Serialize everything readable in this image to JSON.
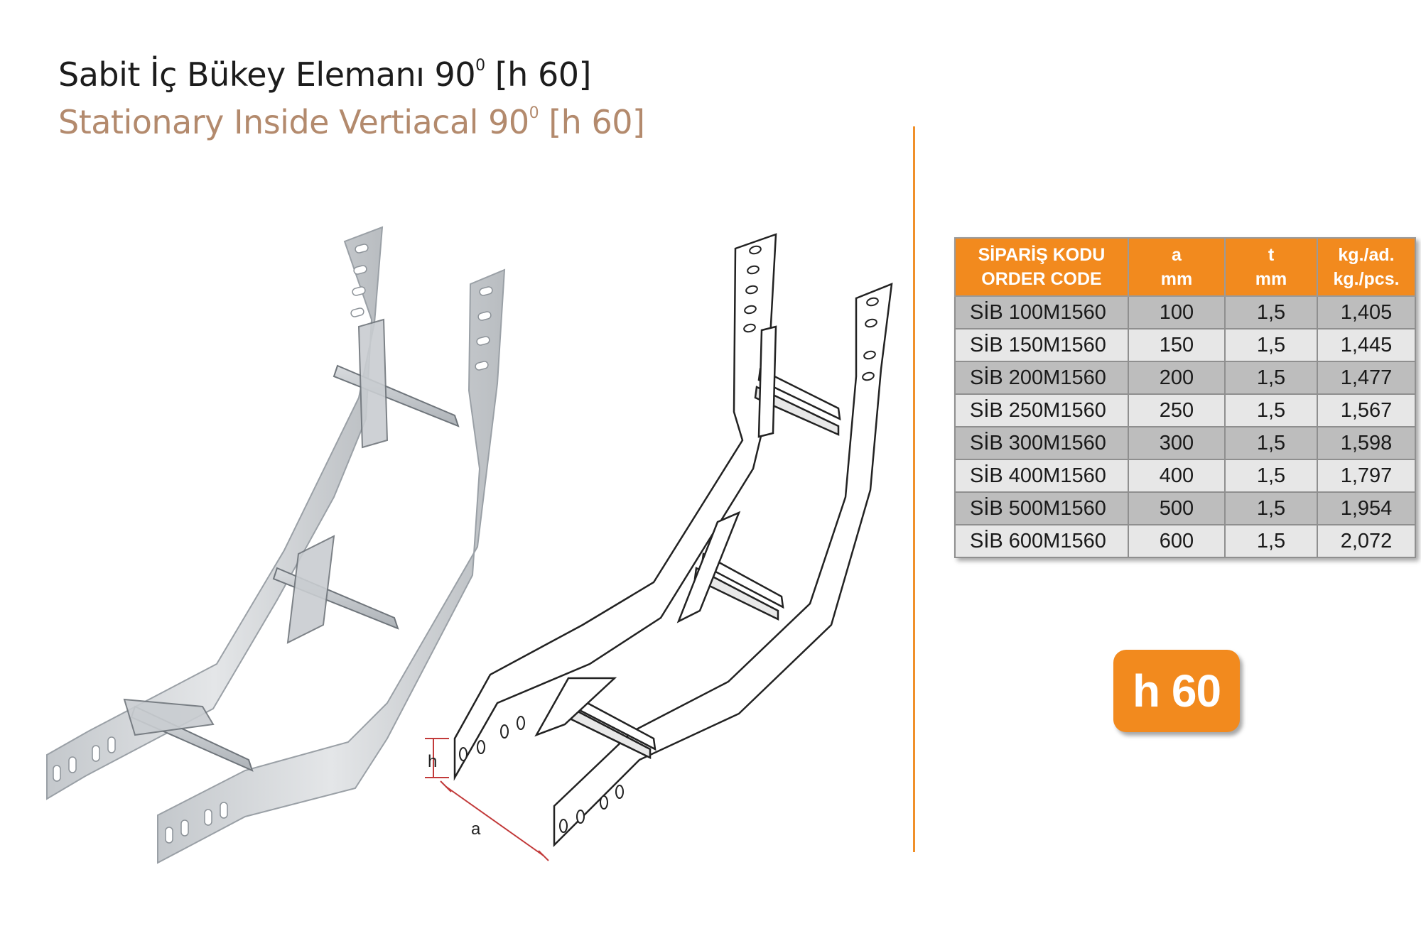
{
  "title": {
    "tr_main": "Sabit İç Bükey Elemanı 90",
    "tr_sup": "0",
    "tr_suffix": " [h 60]",
    "en_main": "Stationary Inside Vertiacal 90",
    "en_sup": "0",
    "en_suffix": " [h 60]"
  },
  "drawing": {
    "dim_h": "h",
    "dim_a": "a"
  },
  "table": {
    "headers": [
      {
        "line1": "SİPARİŞ KODU",
        "line2": "ORDER CODE"
      },
      {
        "line1": "a",
        "line2": "mm"
      },
      {
        "line1": "t",
        "line2": "mm"
      },
      {
        "line1": "kg./ad.",
        "line2": "kg./pcs."
      }
    ],
    "rows": [
      [
        "SİB 100M1560",
        "100",
        "1,5",
        "1,405"
      ],
      [
        "SİB 150M1560",
        "150",
        "1,5",
        "1,445"
      ],
      [
        "SİB 200M1560",
        "200",
        "1,5",
        "1,477"
      ],
      [
        "SİB 250M1560",
        "250",
        "1,5",
        "1,567"
      ],
      [
        "SİB 300M1560",
        "300",
        "1,5",
        "1,598"
      ],
      [
        "SİB 400M1560",
        "400",
        "1,5",
        "1,797"
      ],
      [
        "SİB 500M1560",
        "500",
        "1,5",
        "1,954"
      ],
      [
        "SİB 600M1560",
        "600",
        "1,5",
        "2,072"
      ]
    ]
  },
  "badge": {
    "label": "h 60"
  },
  "colors": {
    "accent": "#f28a1e",
    "title_en": "#b38a6d",
    "row_dark": "#bdbdbd",
    "row_light": "#e7e7e7"
  }
}
